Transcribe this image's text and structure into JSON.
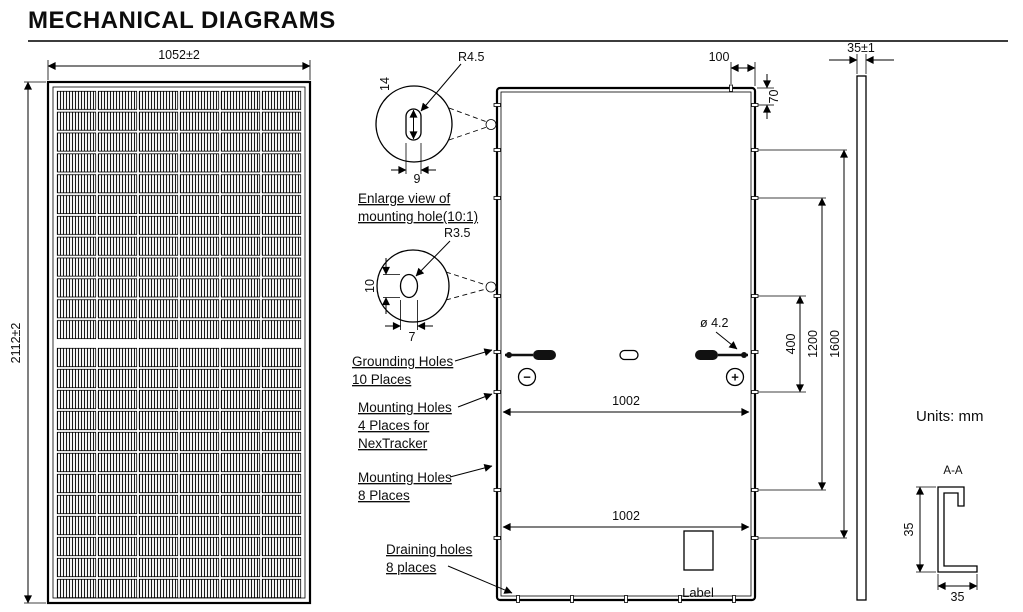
{
  "colors": {
    "title_blue": "#1559ad",
    "divider_gray": "#3c3c3c"
  },
  "title": "MECHANICAL DIAGRAMS",
  "units_label": "Units: mm",
  "front_view": {
    "width_dim": "1052±2",
    "height_dim": "2112±2"
  },
  "enlarged_view_1": {
    "radius_label": "R4.5",
    "height_dim": "14",
    "width_dim": "9",
    "caption_line1": "Enlarge view of",
    "caption_line2": "mounting hole(10:1)"
  },
  "enlarged_view_2": {
    "radius_label": "R3.5",
    "height_dim": "10",
    "width_dim": "7"
  },
  "back_view": {
    "dim_top": "100",
    "dim_corner": "70",
    "dim_400": "400",
    "dim_1200": "1200",
    "dim_1600": "1600",
    "dim_width_upper": "1002",
    "dim_width_lower": "1002",
    "hole_diameter": "ø 4.2",
    "minus_symbol": "−",
    "plus_symbol": "+",
    "label_box_text": "Label"
  },
  "callouts": {
    "grounding_line1": "Grounding Holes",
    "grounding_line2": "10 Places",
    "mounting4_line1": "Mounting Holes",
    "mounting4_line2": "4 Places for",
    "mounting4_line3": "NexTracker",
    "mounting8_line1": "Mounting Holes",
    "mounting8_line2": "8 Places",
    "draining_line1": "Draining holes",
    "draining_line2": "8 places"
  },
  "side_view": {
    "width_dim": "35±1"
  },
  "section_aa": {
    "label": "A-A",
    "height_dim": "35",
    "width_dim": "35"
  }
}
